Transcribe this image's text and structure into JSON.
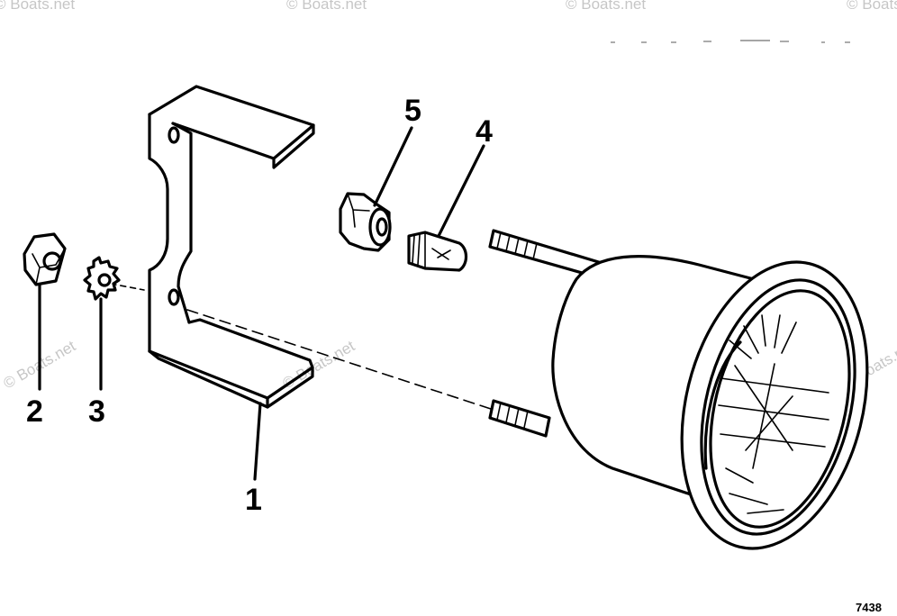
{
  "callouts": [
    {
      "id": "1",
      "text": "1"
    },
    {
      "id": "2",
      "text": "2"
    },
    {
      "id": "3",
      "text": "3"
    },
    {
      "id": "4",
      "text": "4"
    },
    {
      "id": "5",
      "text": "5"
    }
  ],
  "watermark": "© Boats.net",
  "drawing_number": "7438",
  "parts": {
    "bracket": "bracket",
    "nut": "nut",
    "lock_washer": "lock-washer",
    "bulb": "bulb",
    "socket": "socket",
    "gauge": "gauge"
  }
}
